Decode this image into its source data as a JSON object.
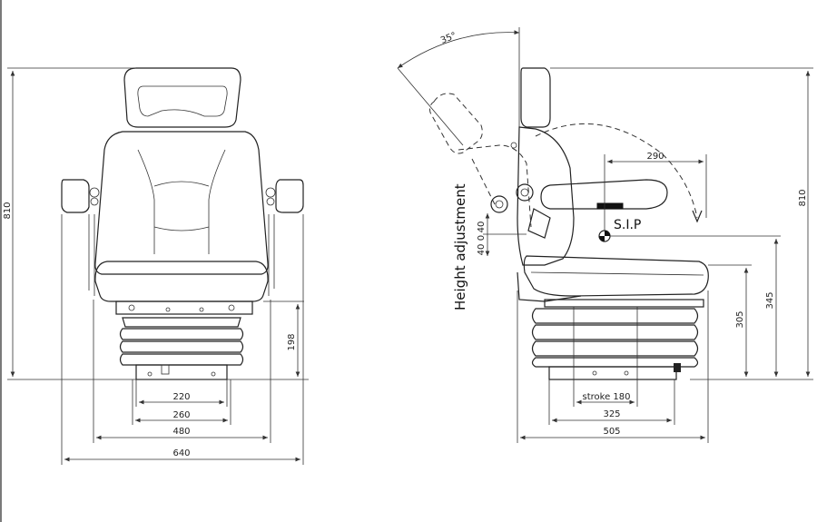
{
  "front_view": {
    "dim_height": "810",
    "dim_198": "198",
    "dim_220": "220",
    "dim_260": "260",
    "dim_480": "480",
    "dim_640": "640"
  },
  "side_view": {
    "angle": "35°",
    "dim_290": "290",
    "sip_label": "S.I.P",
    "height_adjustment": "Height adjustment",
    "dim_40_a": "40",
    "dim_40_b": "40",
    "dim_0": "0",
    "dim_810": "810",
    "dim_345": "345",
    "dim_305": "305",
    "stroke": "stroke 180",
    "dim_325": "325",
    "dim_505": "505"
  }
}
